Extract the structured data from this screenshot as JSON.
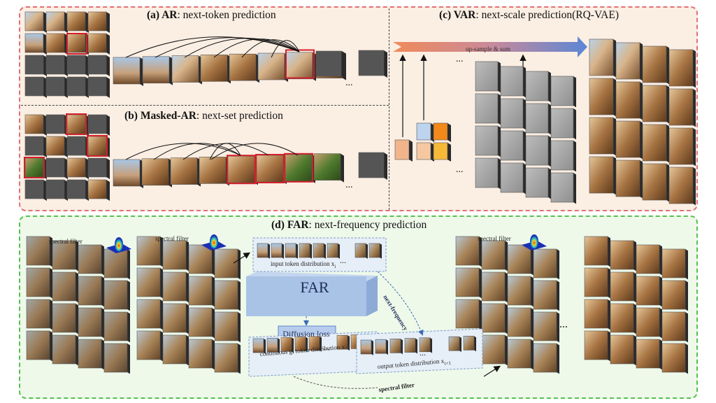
{
  "panels": {
    "ar": {
      "label_bold": "(a) AR",
      "label_rest": ": next-token prediction"
    },
    "masked_ar": {
      "label_bold": "(b) Masked-AR",
      "label_rest": ": next-set prediction"
    },
    "var": {
      "label_bold": "(c) VAR",
      "label_rest": ": next-scale prediction(RQ-VAE)"
    },
    "far": {
      "label_bold": "(d) FAR",
      "label_rest": ": next-frequency prediction"
    }
  },
  "var_arrow_label": "up-sample & sum",
  "far": {
    "spectral_filter_label": "spectral filter",
    "model_label": "FAR",
    "input_dist_label": "input token distribution x",
    "input_dist_sub": "i",
    "diffusion_loss_label": "Diffusion loss",
    "gt_dist_label": "continuous gt token distribution x",
    "output_dist_label": "output token distribution x",
    "output_dist_sub": "i+1",
    "next_frequency_label": "next-frequency",
    "spectral_filter_bottom": "spectral filter"
  },
  "ellipsis": "...",
  "colors": {
    "top_bg": "#fbeee3",
    "top_border": "#e0707a",
    "bottom_bg": "#eef9ea",
    "bottom_border": "#57c04f",
    "far_block": "#a9c3e6",
    "highlight": "#d3202a",
    "arrow_grad_start": "#f08a5a",
    "arrow_grad_end": "#5b86d6"
  }
}
